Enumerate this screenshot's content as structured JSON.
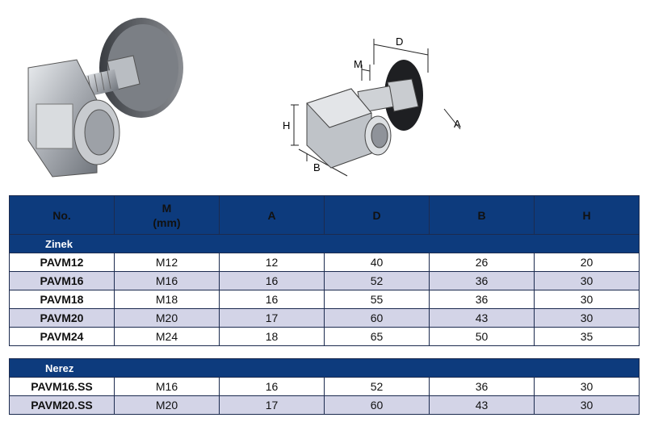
{
  "columns": {
    "no": "No.",
    "m_line1": "M",
    "m_line2": "(mm)",
    "a": "A",
    "d": "D",
    "b": "B",
    "h": "H"
  },
  "drawing_labels": {
    "m": "M",
    "d": "D",
    "a": "A",
    "b": "B",
    "h": "H"
  },
  "groups": [
    {
      "name": "Zinek",
      "rows": [
        {
          "no": "PAVM12",
          "m": "M12",
          "a": "12",
          "d": "40",
          "b": "26",
          "h": "20"
        },
        {
          "no": "PAVM16",
          "m": "M16",
          "a": "16",
          "d": "52",
          "b": "36",
          "h": "30"
        },
        {
          "no": "PAVM18",
          "m": "M18",
          "a": "16",
          "d": "55",
          "b": "36",
          "h": "30"
        },
        {
          "no": "PAVM20",
          "m": "M20",
          "a": "17",
          "d": "60",
          "b": "43",
          "h": "30"
        },
        {
          "no": "PAVM24",
          "m": "M24",
          "a": "18",
          "d": "65",
          "b": "50",
          "h": "35"
        }
      ]
    },
    {
      "name": "Nerez",
      "rows": [
        {
          "no": "PAVM16.SS",
          "m": "M16",
          "a": "16",
          "d": "52",
          "b": "36",
          "h": "30"
        },
        {
          "no": "PAVM20.SS",
          "m": "M20",
          "a": "17",
          "d": "60",
          "b": "43",
          "h": "30"
        }
      ]
    }
  ],
  "colors": {
    "header_bg": "#0d3b7d",
    "header_text": "#ffffff",
    "alt_row": "#d3d4e7"
  }
}
